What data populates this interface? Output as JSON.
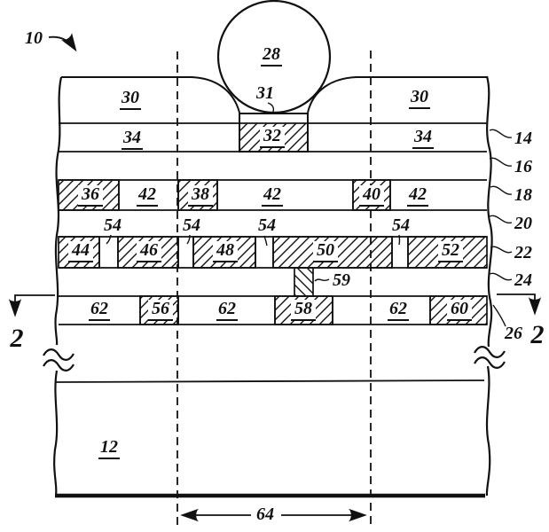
{
  "figure": {
    "background": "#ffffff",
    "ink_color": "#111111",
    "reference_numerals": {
      "assembly": "10",
      "solder_ball": "28",
      "ball_pad": "31",
      "pad_metal": "32",
      "top_layer": [
        "30",
        "30"
      ],
      "second_layer": [
        "34",
        "34"
      ],
      "side_callouts": [
        "14",
        "16",
        "18",
        "20",
        "22",
        "24",
        "26"
      ],
      "row18_blocks": [
        "36",
        "42",
        "38",
        "42",
        "40",
        "42"
      ],
      "via_callouts": [
        "54",
        "54",
        "54",
        "54"
      ],
      "row22_blocks": [
        "44",
        "46",
        "48",
        "50",
        "52"
      ],
      "stud": "59",
      "row26_blocks": [
        "62",
        "56",
        "62",
        "58",
        "62",
        "60"
      ],
      "substrate": "12",
      "width_dimension": "64",
      "section_markers": [
        "2",
        "2"
      ]
    }
  }
}
